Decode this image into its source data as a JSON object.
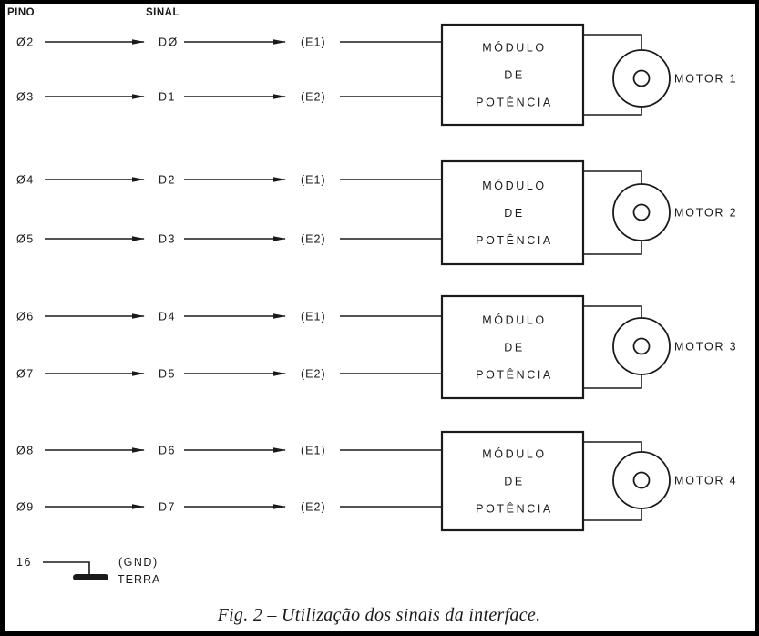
{
  "headers": {
    "pin": "PINO",
    "signal": "SINAL"
  },
  "groups": [
    {
      "rows": [
        {
          "pin": "Ø2",
          "signal": "DØ",
          "input": "(E1)"
        },
        {
          "pin": "Ø3",
          "signal": "D1",
          "input": "(E2)"
        }
      ],
      "module": {
        "line1": "MÓDULO",
        "line2": "DE",
        "line3": "POTÊNCIA"
      },
      "motor": "MOTOR 1"
    },
    {
      "rows": [
        {
          "pin": "Ø4",
          "signal": "D2",
          "input": "(E1)"
        },
        {
          "pin": "Ø5",
          "signal": "D3",
          "input": "(E2)"
        }
      ],
      "module": {
        "line1": "MÓDULO",
        "line2": "DE",
        "line3": "POTÊNCIA"
      },
      "motor": "MOTOR 2"
    },
    {
      "rows": [
        {
          "pin": "Ø6",
          "signal": "D4",
          "input": "(E1)"
        },
        {
          "pin": "Ø7",
          "signal": "D5",
          "input": "(E2)"
        }
      ],
      "module": {
        "line1": "MÓDULO",
        "line2": "DE",
        "line3": "POTÊNCIA"
      },
      "motor": "MOTOR 3"
    },
    {
      "rows": [
        {
          "pin": "Ø8",
          "signal": "D6",
          "input": "(E1)"
        },
        {
          "pin": "Ø9",
          "signal": "D7",
          "input": "(E2)"
        }
      ],
      "module": {
        "line1": "MÓDULO",
        "line2": "DE",
        "line3": "POTÊNCIA"
      },
      "motor": "MOTOR 4"
    }
  ],
  "ground": {
    "pin": "16",
    "label": "(GND)",
    "name": "TERRA"
  },
  "caption": "Fig. 2 – Utilização dos sinais da interface.",
  "colors": {
    "ink": "#1a1a1a",
    "paper": "#ffffff",
    "frame": "#000000"
  }
}
